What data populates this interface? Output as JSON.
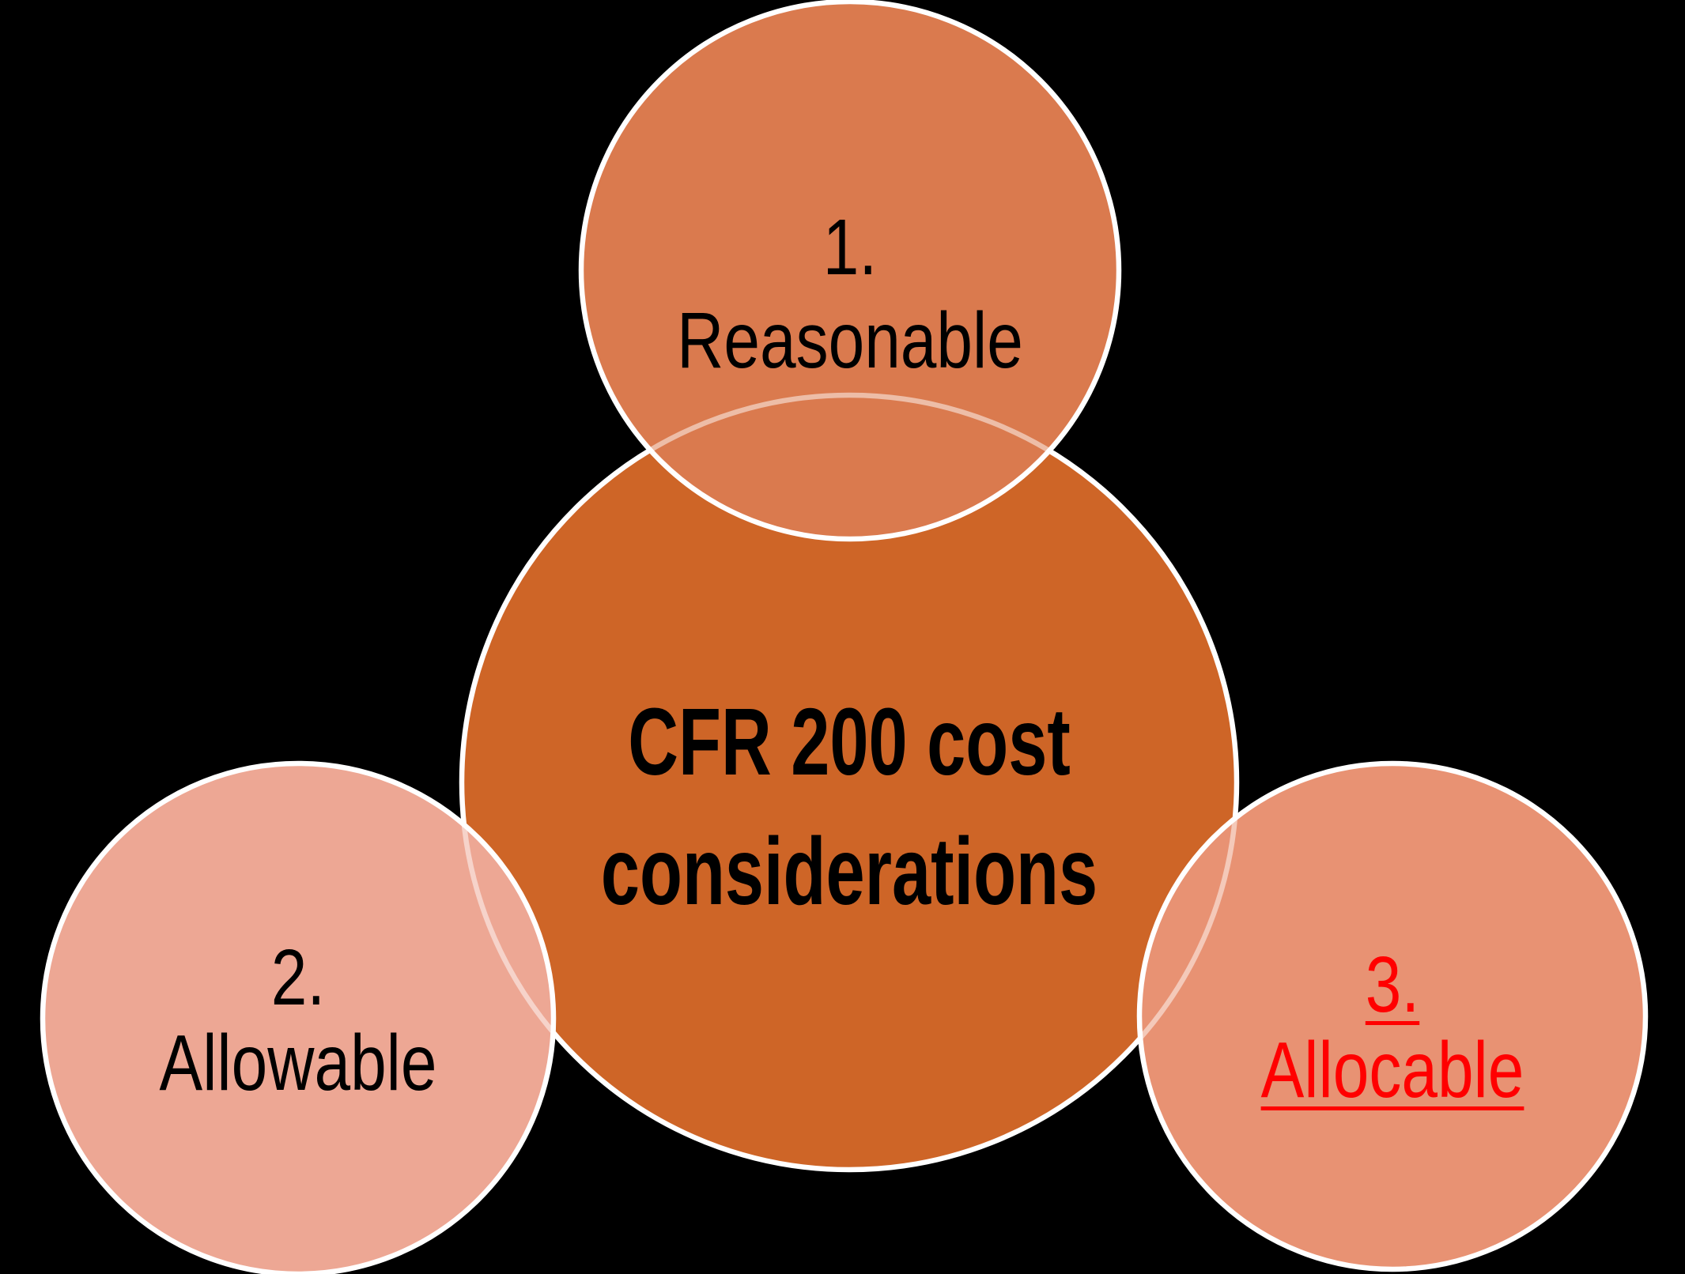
{
  "page": {
    "background": "#000000",
    "outline_color": "#FFFFFF"
  },
  "circles": {
    "center": {
      "line1": "CFR 200 cost",
      "line2": "considerations",
      "fill": "#CE6527",
      "text_color": "#000000"
    },
    "top": {
      "line1": "1.",
      "line2": "Reasonable",
      "fill": "#DA7A4E",
      "text_color": "#000000"
    },
    "bottom_left": {
      "line1": "2.",
      "line2": "Allowable",
      "fill": "#EDA794",
      "text_color": "#000000"
    },
    "bottom_right": {
      "line1": "3.",
      "line2": "Allocable",
      "fill": "#E89273",
      "text_color": "#FF0000",
      "underlined": true
    }
  }
}
